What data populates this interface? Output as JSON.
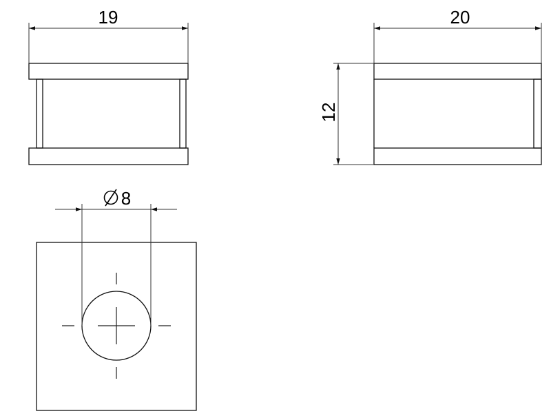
{
  "dimensions": {
    "front_width": "19",
    "side_width": "20",
    "side_height": "12",
    "hole_diameter_value": "8"
  },
  "colors": {
    "line": "#111111",
    "background": "#ffffff"
  },
  "icons": {
    "diameter_symbol": "diameter-icon"
  }
}
